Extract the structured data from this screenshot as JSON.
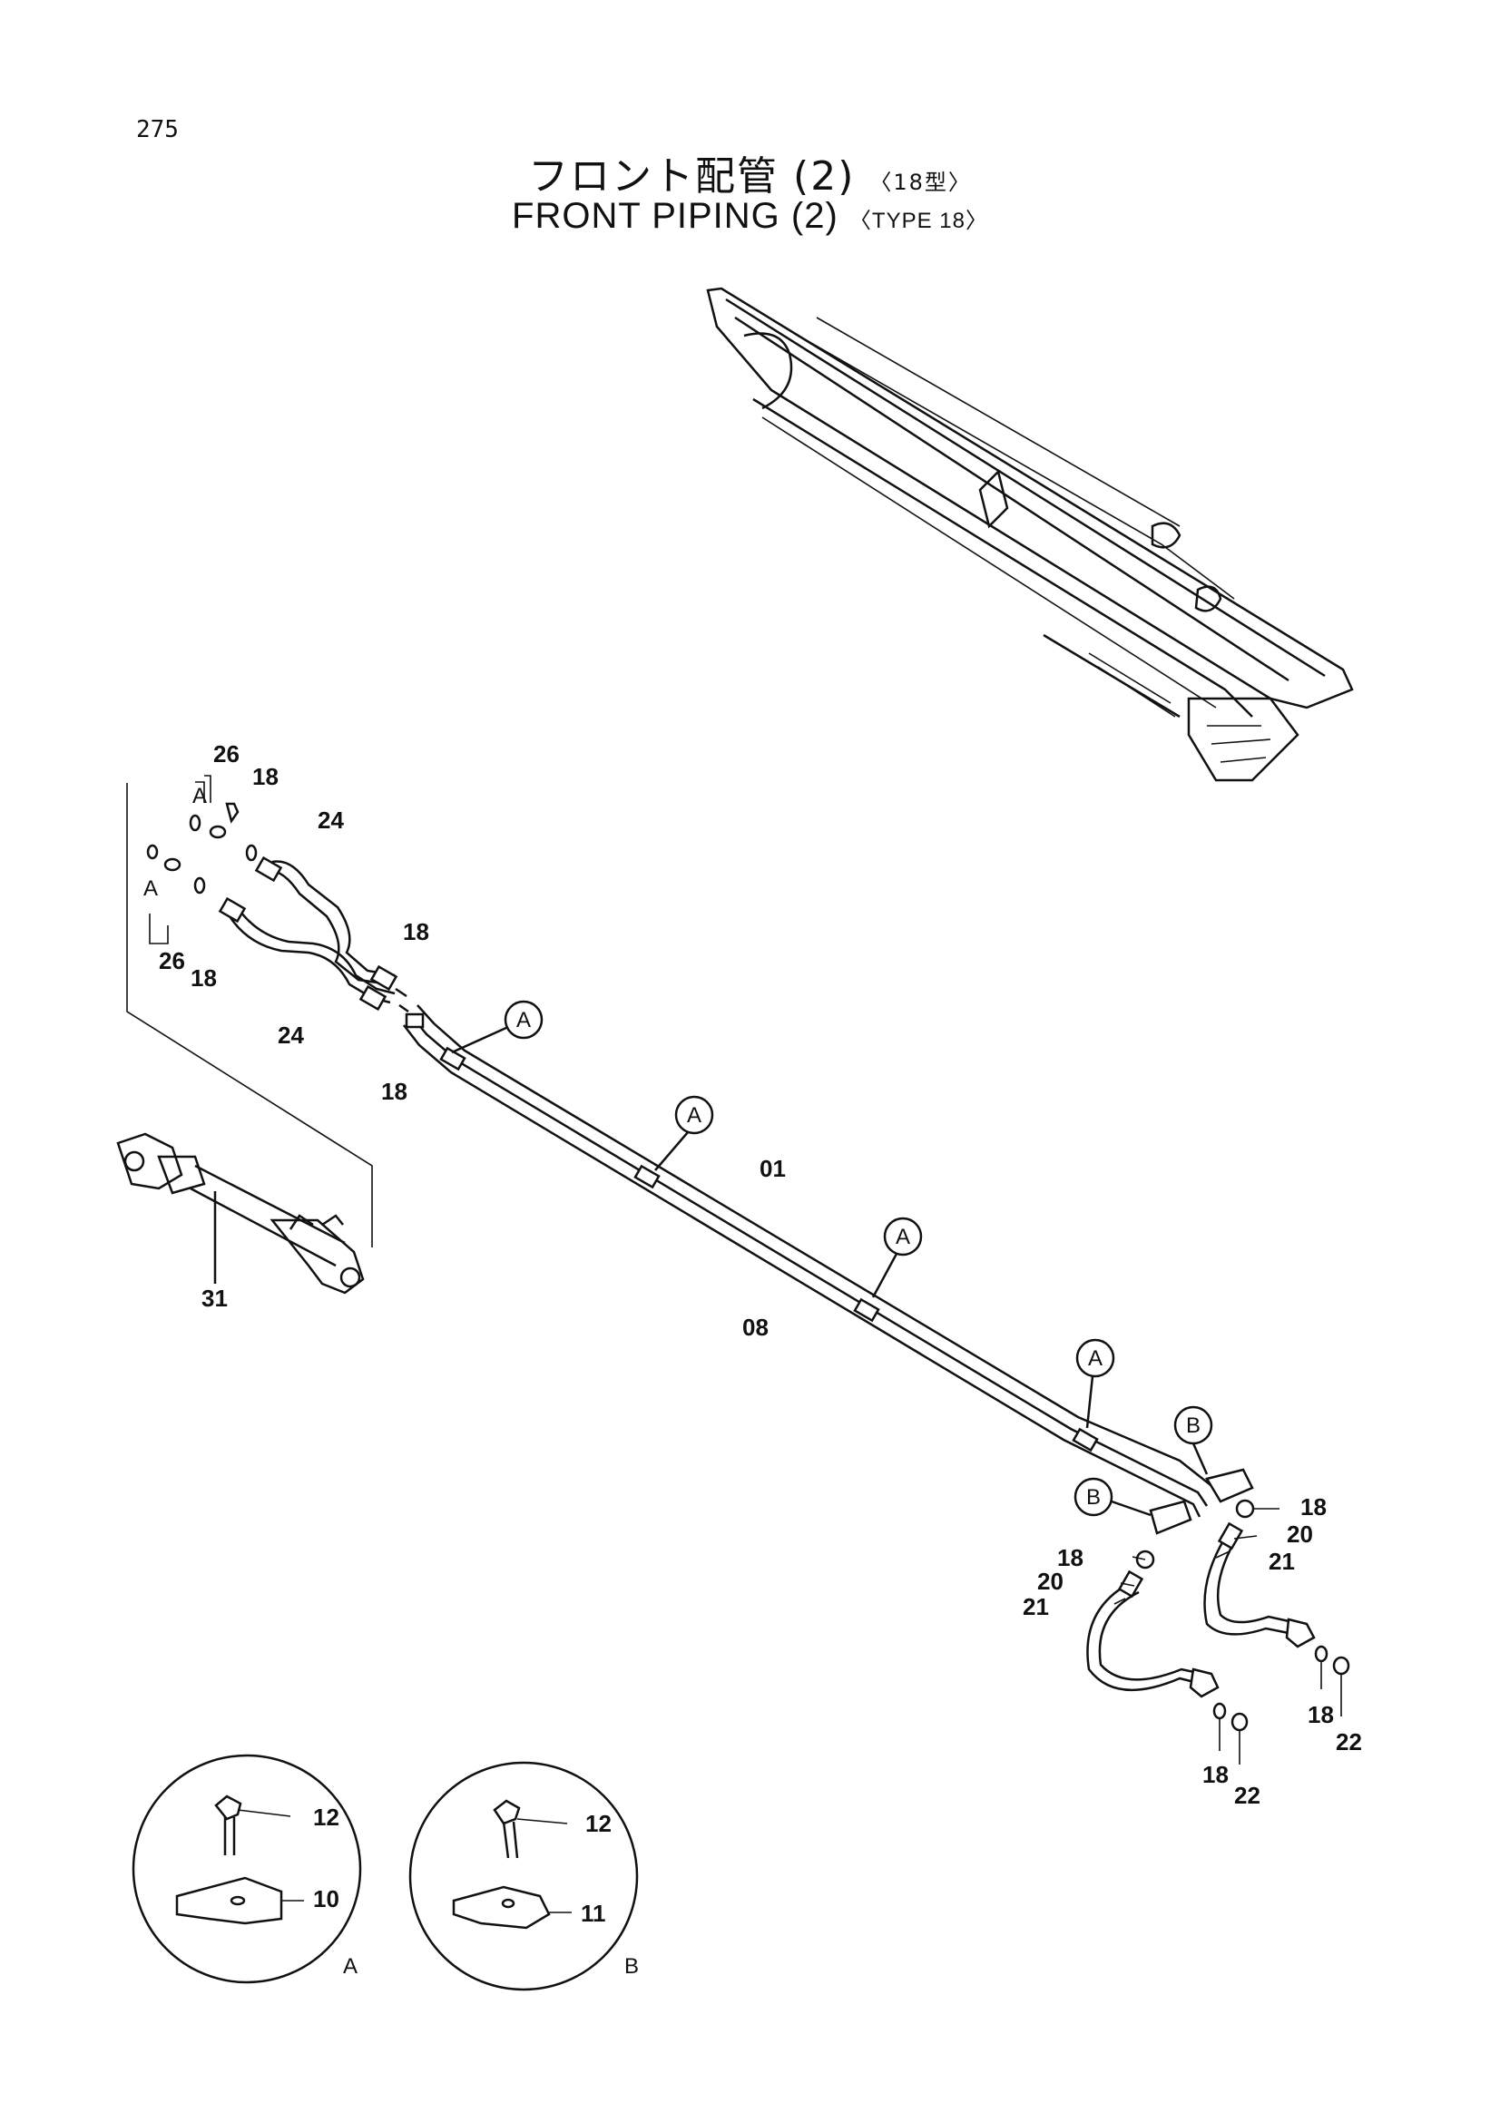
{
  "page_number": "275",
  "title_jp": "フロント配管 (2)",
  "title_jp_tag": "〈18型〉",
  "title_en": "FRONT  PIPING  (2)",
  "title_en_tag": "〈TYPE 18〉",
  "callouts": {
    "A": "A",
    "B": "B"
  },
  "part_numbers": {
    "p01": "01",
    "p08": "08",
    "p10": "10",
    "p11": "11",
    "p12": "12",
    "p18": "18",
    "p20": "20",
    "p21": "21",
    "p22": "22",
    "p24": "24",
    "p26": "26",
    "p31": "31"
  }
}
